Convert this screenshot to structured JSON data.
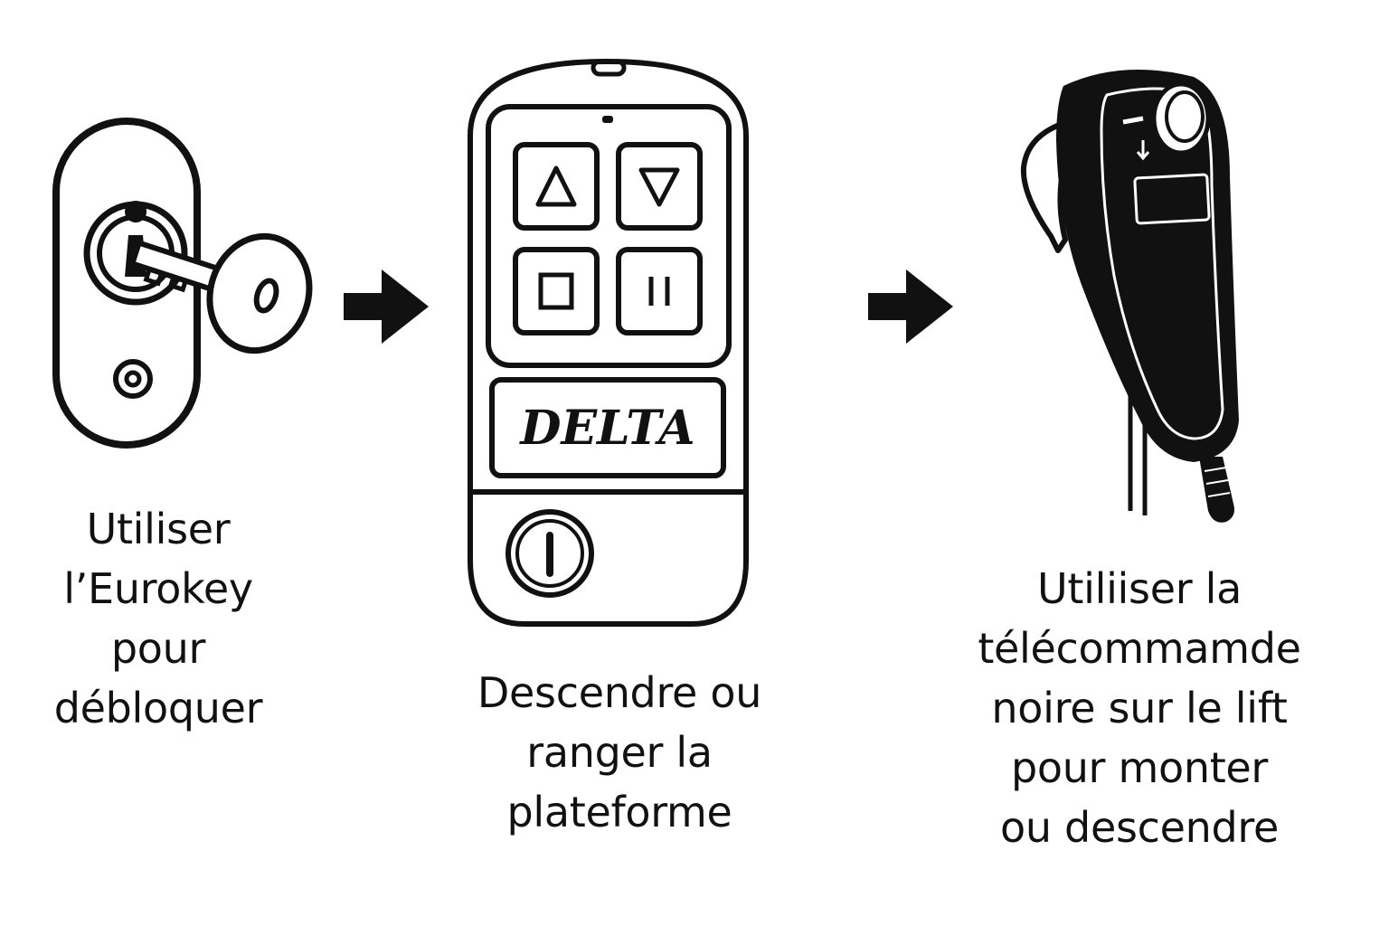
{
  "steps": [
    {
      "id": "eurokey",
      "caption_lines": [
        "Utiliser",
        "l’Eurokey",
        "pour",
        "débloquer"
      ]
    },
    {
      "id": "remote",
      "caption_lines": [
        "Descendre ou",
        "ranger la",
        "plateforme"
      ]
    },
    {
      "id": "pendant",
      "caption_lines": [
        "Utiliiser la",
        "télécommamde",
        "noire sur le lift",
        "pour monter",
        "ou descendre"
      ]
    }
  ],
  "remote": {
    "brand": "DELTA",
    "buttons": [
      {
        "name": "up",
        "icon": "triangle-up-icon"
      },
      {
        "name": "down",
        "icon": "triangle-down-icon"
      },
      {
        "name": "stop",
        "icon": "square-icon"
      },
      {
        "name": "pause",
        "icon": "pause-icon"
      }
    ],
    "power_icon": "power-button-icon"
  },
  "pendant": {
    "arrow_icon": "arrow-down-icon"
  },
  "arrows": [
    "right-arrow-icon",
    "right-arrow-icon"
  ],
  "colors": {
    "ink": "#111111",
    "background": "#ffffff"
  }
}
